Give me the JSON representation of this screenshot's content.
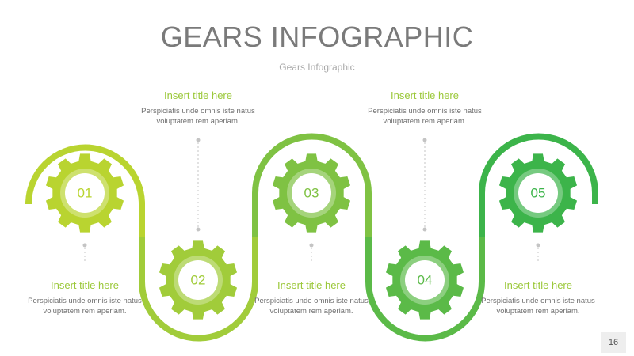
{
  "title": "GEARS INFOGRAPHIC",
  "subtitle": "Gears Infographic",
  "page_number": "16",
  "colors": {
    "step1": "#b9d430",
    "step2": "#a1cc3a",
    "step3": "#7fc243",
    "step4": "#5bba48",
    "step5": "#3cb44a",
    "title_green": "#9bc83a",
    "text_gray": "#6f6f6f"
  },
  "icons": [
    "gear-icon"
  ],
  "steps": [
    {
      "number": "01",
      "title": "Insert title here",
      "text": "Perspiciatis unde omnis iste natus voluptatem rem aperiam."
    },
    {
      "number": "02",
      "title": "Insert title here",
      "text": "Perspiciatis unde omnis iste natus voluptatem rem aperiam."
    },
    {
      "number": "03",
      "title": "Insert title here",
      "text": "Perspiciatis unde omnis iste natus voluptatem rem aperiam."
    },
    {
      "number": "04",
      "title": "Insert title here",
      "text": "Perspiciatis unde omnis iste natus voluptatem rem aperiam."
    },
    {
      "number": "05",
      "title": "Insert title here",
      "text": "Perspiciatis unde omnis iste natus voluptatem rem aperiam."
    }
  ]
}
